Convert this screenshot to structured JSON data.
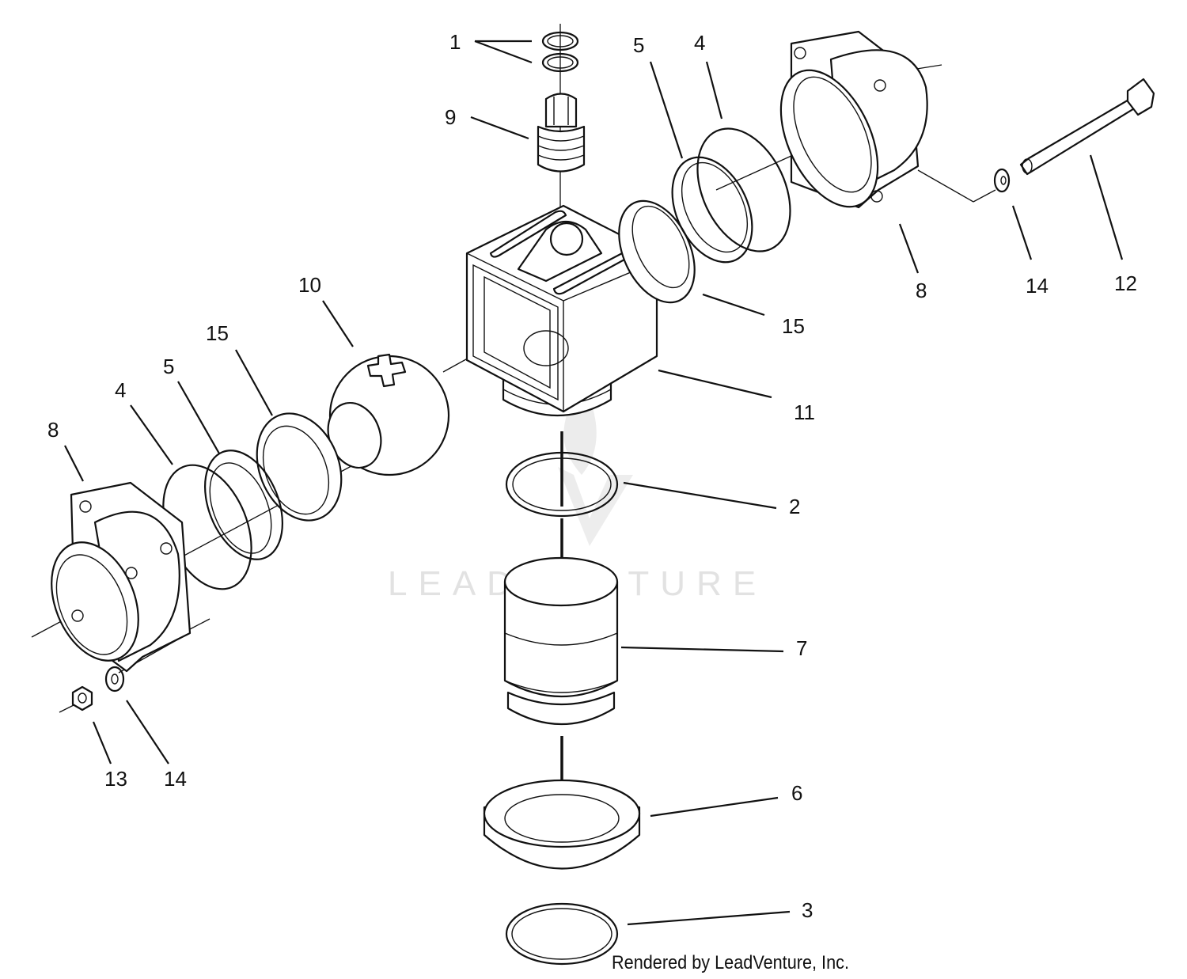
{
  "callouts": [
    {
      "id": "1",
      "label": "1"
    },
    {
      "id": "9",
      "label": "9"
    },
    {
      "id": "5a",
      "label": "5"
    },
    {
      "id": "4a",
      "label": "4"
    },
    {
      "id": "8a",
      "label": "8"
    },
    {
      "id": "14a",
      "label": "14"
    },
    {
      "id": "12",
      "label": "12"
    },
    {
      "id": "15a",
      "label": "15"
    },
    {
      "id": "10",
      "label": "10"
    },
    {
      "id": "15b",
      "label": "15"
    },
    {
      "id": "5b",
      "label": "5"
    },
    {
      "id": "4b",
      "label": "4"
    },
    {
      "id": "8b",
      "label": "8"
    },
    {
      "id": "11",
      "label": "11"
    },
    {
      "id": "2",
      "label": "2"
    },
    {
      "id": "7",
      "label": "7"
    },
    {
      "id": "13",
      "label": "13"
    },
    {
      "id": "14b",
      "label": "14"
    },
    {
      "id": "6",
      "label": "6"
    },
    {
      "id": "3",
      "label": "3"
    }
  ],
  "watermark": "LEADVENTURE",
  "credit": "Rendered by LeadVenture, Inc."
}
